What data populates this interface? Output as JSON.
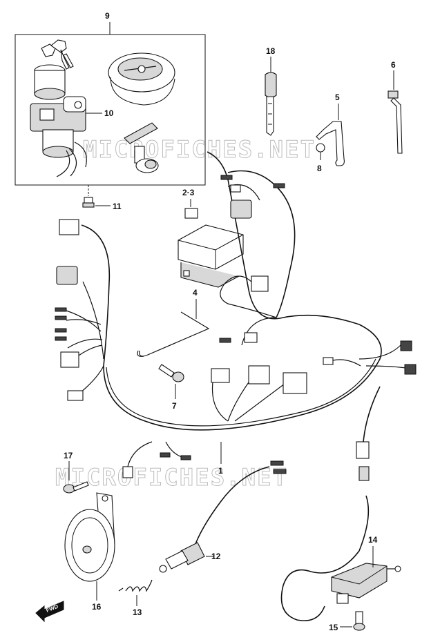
{
  "watermark": "MICROFICHES.NET",
  "fwd_label": "FWD",
  "callouts": {
    "c1": "1",
    "c4": "4",
    "c5": "5",
    "c6": "6",
    "c7": "7",
    "c8": "8",
    "c9": "9",
    "c10": "10",
    "c11": "11",
    "c12": "12",
    "c13": "13",
    "c14": "14",
    "c15": "15",
    "c16": "16",
    "c17": "17",
    "c18": "18",
    "c23": "2·3"
  }
}
